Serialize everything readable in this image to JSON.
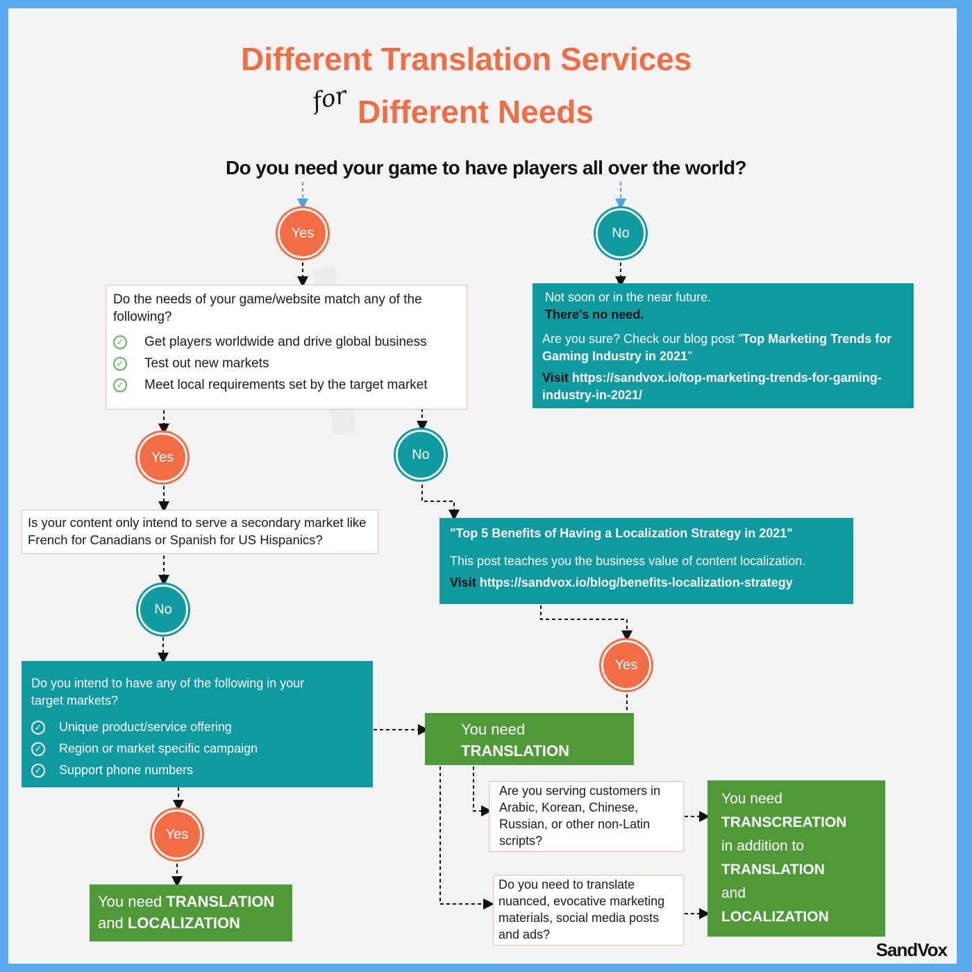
{
  "title": {
    "line1": "Different Translation Services",
    "for_word": "for",
    "line2": "Different Needs"
  },
  "main_question": "Do you need your game to have players all over the world?",
  "circles": {
    "yes_1": "Yes",
    "no_1": "No",
    "yes_2": "Yes",
    "no_2": "No",
    "no_3": "No",
    "yes_3": "Yes",
    "yes_4": "Yes"
  },
  "needs_box": {
    "question": "Do the needs of your game/website match any of the following?",
    "items": [
      "Get players worldwide and drive global business",
      "Test out new markets",
      "Meet local requirements set by the target market"
    ]
  },
  "no_need_box": {
    "line1": "Not soon or in the near future.",
    "line2": "There's no need.",
    "line3_prefix": "Are you sure? Check our blog post \"",
    "line3_title": "Top Marketing Trends for Gaming Industry in 2021",
    "line3_suffix": "\"",
    "visit_label": "Visit",
    "url": "https://sandvox.io/top-marketing-trends-for-gaming-industry-in-2021/"
  },
  "secondary_market_box": {
    "text": "Is your content only intend to serve a secondary market like French for Canadians or Spanish for US Hispanics?"
  },
  "localization_post_box": {
    "title": "\"Top 5 Benefits of Having a Localization Strategy  in 2021\"",
    "description": "This post teaches you the business value of content localization.",
    "visit_label": "Visit",
    "url": "https://sandvox.io/blog/benefits-localization-strategy"
  },
  "target_markets_box": {
    "question": "Do you intend to have any of the following in your target markets?",
    "items": [
      "Unique product/service offering",
      "Region or market specific campaign",
      "Support phone numbers"
    ]
  },
  "translation_box": {
    "line1": "You need",
    "line2": "TRANSLATION"
  },
  "non_latin_box": {
    "text": "Are you serving customers in Arabic, Korean, Chinese, Russian, or other non-Latin scripts?"
  },
  "nuanced_box": {
    "text": "Do you need to translate nuanced, evocative marketing materials, social media posts and ads?"
  },
  "transcreation_box": {
    "line1": "You need",
    "line2": "TRANSCREATION",
    "line3": "in addition to",
    "line4": "TRANSLATION",
    "line5": "and",
    "line6": "LOCALIZATION"
  },
  "trans_loc_box": {
    "prefix": "You need ",
    "word1": "TRANSLATION",
    "line2_prefix": "and ",
    "word2": "LOCALIZATION"
  },
  "brand": "SandVox",
  "colors": {
    "orange": "#f26d44",
    "teal": "#0e9aa0",
    "green": "#4f9a38",
    "border_blue": "#5aabf0"
  }
}
